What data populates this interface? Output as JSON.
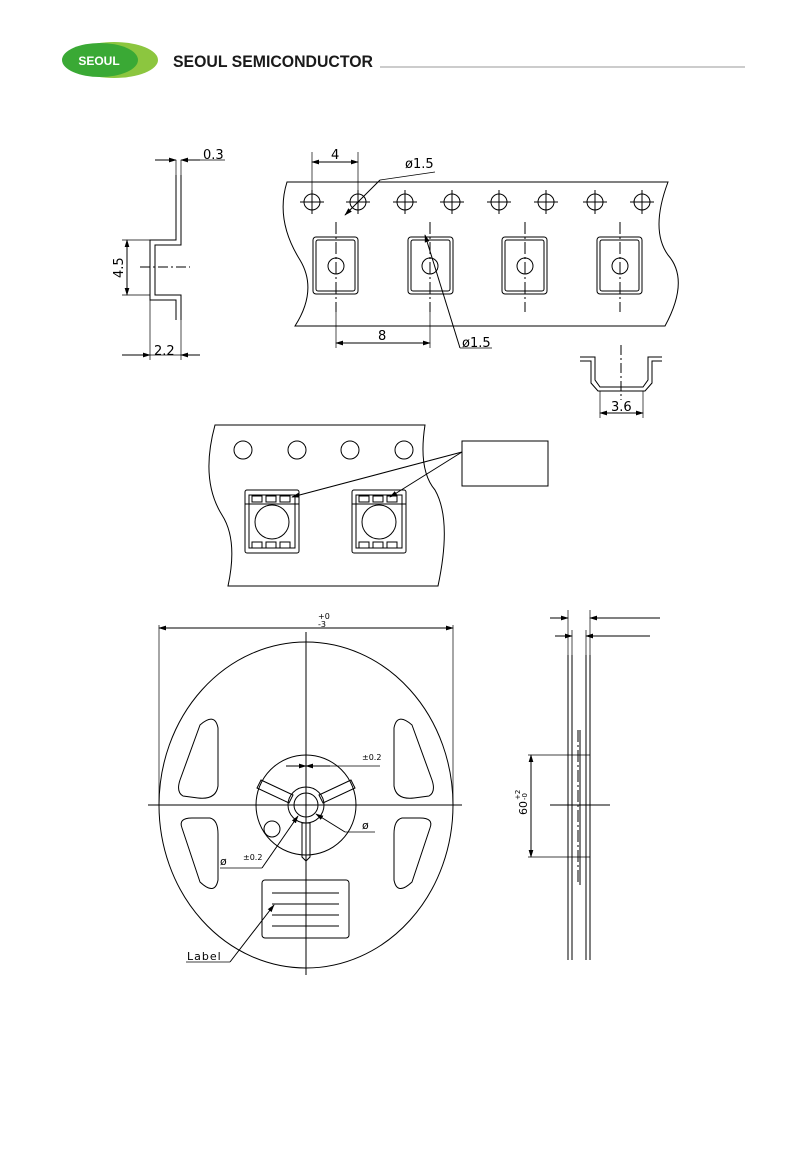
{
  "header": {
    "logo_text": "SEOUL",
    "company_name": "SEOUL SEMICONDUCTOR",
    "brand_color": "#3aa935",
    "brand_color_light": "#8cc63f"
  },
  "carrier_tape": {
    "thickness": "0.3",
    "pocket_height": "4.5",
    "pocket_depth": "2.2",
    "sprocket_pitch": "4",
    "sprocket_hole_dia": "ø1.5",
    "pocket_pitch": "8",
    "pocket_hole_dia": "ø1.5",
    "pocket_width": "3.6"
  },
  "reel": {
    "outer_tol_plus": "+0",
    "outer_tol_minus": "-3",
    "hub_tol": "±0.2",
    "bore_symbol": "ø",
    "arbor_symbol": "ø",
    "arbor_tol": "±0.2",
    "label_text": "Label",
    "hub_width": "60",
    "hub_width_tol_plus": "+2",
    "hub_width_tol_minus": "-0"
  }
}
